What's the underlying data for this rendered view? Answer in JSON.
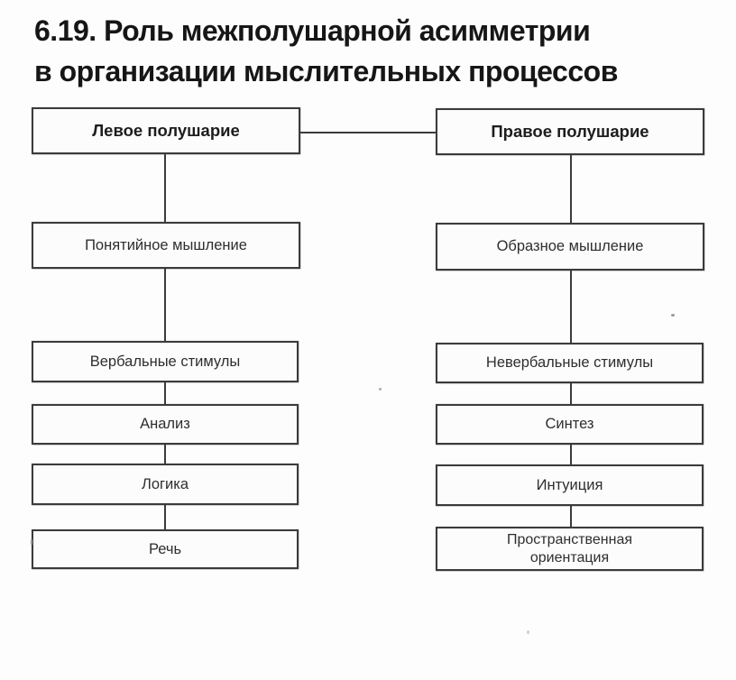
{
  "title": {
    "line1": "6.19. Роль межполушарной асимметрии",
    "line2": "в организации мыслительных процессов"
  },
  "diagram": {
    "left": {
      "header": "Левое полушарие",
      "items": [
        "Понятийное мышление",
        "Вербальные стимулы",
        "Анализ",
        "Логика",
        "Речь"
      ]
    },
    "right": {
      "header": "Правое полушарие",
      "items": [
        "Образное мышление",
        "Невербальные стимулы",
        "Синтез",
        "Интуиция",
        "Пространственная\nориентация"
      ]
    }
  },
  "colors": {
    "ink": "#3b3b3b",
    "text": "#2e2e2e",
    "background": "#fdfdfd"
  }
}
